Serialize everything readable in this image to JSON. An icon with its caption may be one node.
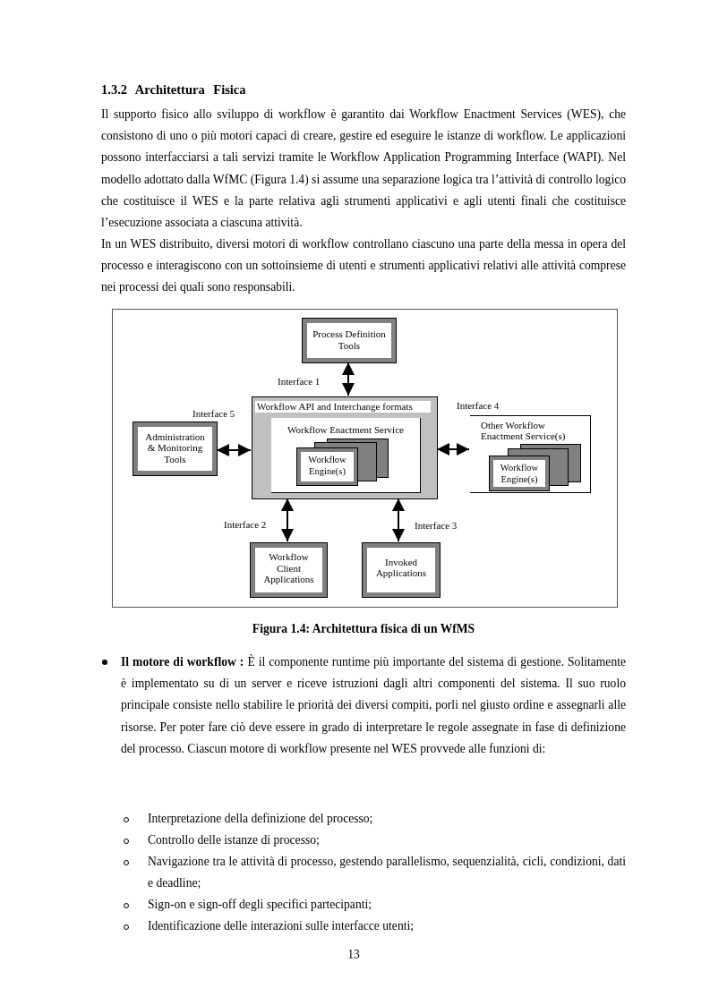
{
  "diagram": {
    "title": "1.3.2 Architettura Fisica",
    "caption": "Figura 1.4: Architettura fisica di un WfMS",
    "nodes": [
      {
        "text": [
          "Process Definition Tools"
        ]
      },
      {
        "text": [
          "Workflow API and Interchange formats"
        ]
      },
      {
        "text": [
          "Workflow Enactment Service"
        ],
        "in": 1
      },
      {
        "text": [
          "Workflow Engine(s)"
        ],
        "in": 2
      },
      {
        "text": [
          "Administration & Monitoring Tools"
        ]
      },
      {
        "text": [
          "Other Workflow Enactment Service(s)"
        ]
      },
      {
        "text": [
          "Workflow Engine(s)"
        ],
        "in": 5
      },
      {
        "text": [
          "Workflow Client Applications"
        ]
      },
      {
        "text": [
          "Invoked Applications"
        ]
      }
    ],
    "edges": [
      {
        "from": 0,
        "to": 1,
        "arrow": "both",
        "label": "Interface 1"
      },
      {
        "from": 4,
        "to": 1,
        "arrow": "both",
        "label": "Interface 5"
      },
      {
        "from": 1,
        "to": 5,
        "arrow": "both",
        "label": "Interface 4"
      },
      {
        "from": 1,
        "to": 7,
        "arrow": "both",
        "label": "Interface 2"
      },
      {
        "from": 1,
        "to": 8,
        "arrow": "both",
        "label": "Interface 3"
      }
    ],
    "labels": [
      "Il supporto fisico allo sviluppo di workflow è garantito dai Workflow Enactment Services (WES), che consistono di uno o più motori capaci di creare, gestire ed eseguire le istanze di workflow. Le applicazioni possono interfacciarsi a tali servizi tramite le Workflow Application Programming Interface (WAPI). Nel modello adottato dalla WfMC (Figura 1.4) si assume una separazione logica tra l’attività di controllo logico che costituisce il WES e la parte relativa agli strumenti applicativi e agli utenti finali che costituisce l’esecuzione associata a ciascuna attività.",
      "In un WES distribuito, diversi motori di workflow controllano ciascuno una parte della messa in opera del processo e interagiscono con un sottoinsieme di utenti e strumenti applicativi relativi alle attività comprese nei processi dei quali sono responsabili.",
      "**Il motore di workflow :** È il componente runtime più importante del sistema di gestione. Solitamente è implementato su di un server e riceve istruzioni dagli altri componenti del sistema. Il suo ruolo principale consiste nello stabilire le priorità dei diversi compiti, porli nel giusto ordine e assegnarli alle risorse. Per poter fare ciò deve essere in grado di interpretare le regole assegnate in fase di definizione del processo. Ciascun motore di workflow presente nel WES provvede alle funzioni di:",
      "Interpretazione della definizione del processo;",
      "Controllo delle istanze di processo;",
      "Navigazione tra le attività di processo, gestendo parallelismo, sequenzialità, cicli, condizioni, dati e deadline;",
      "Sign-on e sign-off degli specifici partecipanti;",
      "Identificazione delle interazioni sulle interfacce utenti;",
      "13"
    ]
  }
}
